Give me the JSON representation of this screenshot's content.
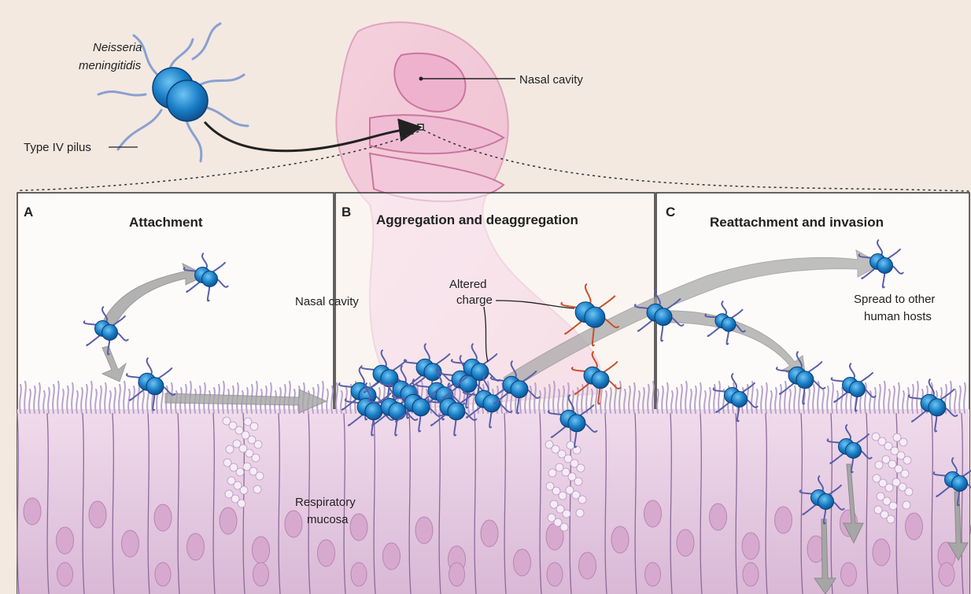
{
  "colors": {
    "background": "#f3e9e1",
    "nose_skin": "#f2b7d0",
    "nose_outline": "#d98db1",
    "cell_fill": "#ead1e4",
    "cell_outline": "#8e6a9b",
    "nucleus": "#d7a9cf",
    "cilia": "#b9a2cc",
    "bacterium": "#1a7fc7",
    "bacterium_dark": "#0c4a86",
    "pilus": "#5a5fa8",
    "altered_pilus": "#c8502a",
    "arrow_gray": "#9a9a9a"
  },
  "top": {
    "organism_name_line1": "Neisseria",
    "organism_name_line2": "meningitidis",
    "pilus_label": "Type IV pilus",
    "nasal_cavity_label": "Nasal cavity"
  },
  "panels": [
    {
      "letter": "A",
      "title": "Attachment"
    },
    {
      "letter": "B",
      "title": "Aggregation and deaggregation"
    },
    {
      "letter": "C",
      "title": "Reattachment and invasion"
    }
  ],
  "annotations": {
    "nasal_cavity": "Nasal cavity",
    "altered_charge_line1": "Altered",
    "altered_charge_line2": "charge",
    "respiratory_line1": "Respiratory",
    "respiratory_line2": "mucosa",
    "spread_line1": "Spread to other",
    "spread_line2": "human hosts"
  }
}
